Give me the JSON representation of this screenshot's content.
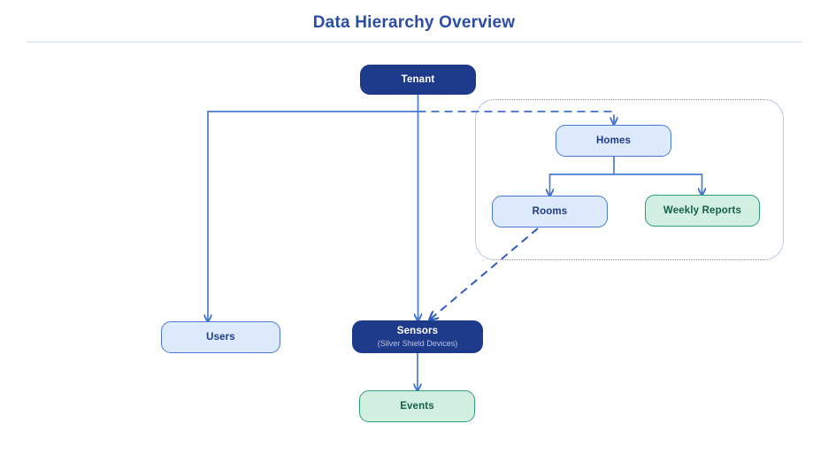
{
  "page": {
    "title": "Data Hierarchy Overview",
    "background_color": "#ffffff",
    "title_color": "#2B4DA8",
    "divider_color": "#CBDDEC"
  },
  "diagram": {
    "type": "hierarchy-tree",
    "palette": {
      "primary_fill": "#1E3A8A",
      "primary_text": "#ffffff",
      "primary_subtext": "#B9C4DE",
      "blue_fill": "#DCEAFB",
      "blue_border": "#4A7BD4",
      "blue_text": "#1E3A8A",
      "green_fill": "#D2F0E2",
      "green_border": "#2E9B7A",
      "green_text": "#14604B",
      "connector": "#4A7BD4",
      "group_border": "#6D96DD"
    },
    "group": {
      "name": "home-scope-group",
      "style": "dotted-rounded-rect",
      "contains": [
        "Homes",
        "Rooms",
        "Weekly Reports"
      ]
    },
    "nodes": [
      {
        "id": "tenant",
        "label": "Tenant",
        "sublabel": "",
        "style": "primary"
      },
      {
        "id": "homes",
        "label": "Homes",
        "sublabel": "",
        "style": "blue"
      },
      {
        "id": "rooms",
        "label": "Rooms",
        "sublabel": "",
        "style": "blue"
      },
      {
        "id": "weekly-reports",
        "label": "Weekly Reports",
        "sublabel": "",
        "style": "green"
      },
      {
        "id": "users",
        "label": "Users",
        "sublabel": "",
        "style": "blue"
      },
      {
        "id": "sensors",
        "label": "Sensors",
        "sublabel": "(Silver Shield Devices)",
        "style": "primary"
      },
      {
        "id": "events",
        "label": "Events",
        "sublabel": "",
        "style": "green"
      }
    ],
    "edges": [
      {
        "from": "tenant",
        "to": "users",
        "line": "solid"
      },
      {
        "from": "tenant",
        "to": "sensors",
        "line": "solid"
      },
      {
        "from": "tenant",
        "to": "homes",
        "line": "dashed"
      },
      {
        "from": "homes",
        "to": "rooms",
        "line": "solid"
      },
      {
        "from": "homes",
        "to": "weekly-reports",
        "line": "solid"
      },
      {
        "from": "rooms",
        "to": "sensors",
        "line": "dashed"
      },
      {
        "from": "sensors",
        "to": "events",
        "line": "solid"
      }
    ]
  }
}
